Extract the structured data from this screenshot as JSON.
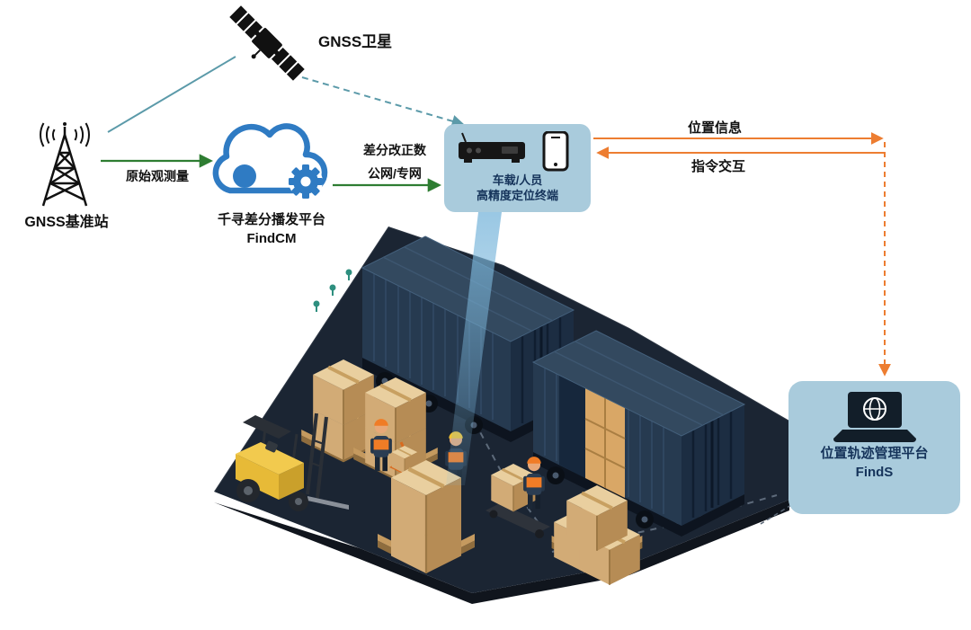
{
  "diagram": {
    "satellite": {
      "label": "GNSS卫星"
    },
    "base_station": {
      "label": "GNSS基准站"
    },
    "cloud_platform": {
      "name": "千寻差分播发平台",
      "product": "FindCM"
    },
    "terminal": {
      "line1": "车载/人员",
      "line2": "高精度定位终端"
    },
    "management_platform": {
      "name": "位置轨迹管理平台",
      "product": "FindS"
    },
    "flows": {
      "raw_observation": "原始观测量",
      "correction_line1": "差分改正数",
      "correction_line2": "公网/专网",
      "position_info": "位置信息",
      "command_interaction": "指令交互"
    }
  },
  "icons": [
    "gnss-satellite-icon",
    "base-station-tower-icon",
    "cloud-gear-icon",
    "receiver-icon",
    "smartphone-icon",
    "laptop-globe-icon",
    "shipping-container",
    "pallet-boxes",
    "forklift-icon",
    "worker-figure",
    "positioning-beam"
  ],
  "colors": {
    "panel_blue": "#a9cbdc",
    "panel_text": "#15335a",
    "cloud_blue": "#2f7bc3",
    "green_arrow": "#2e7d32",
    "orange_arrow": "#ed7d31",
    "teal_line": "#5b9aa9",
    "floor_navy": "#1b2533",
    "container_navy": "#263a50",
    "box_tan": "#d2ab76",
    "forklift_yellow": "#e7ba37",
    "background": "#ffffff"
  }
}
